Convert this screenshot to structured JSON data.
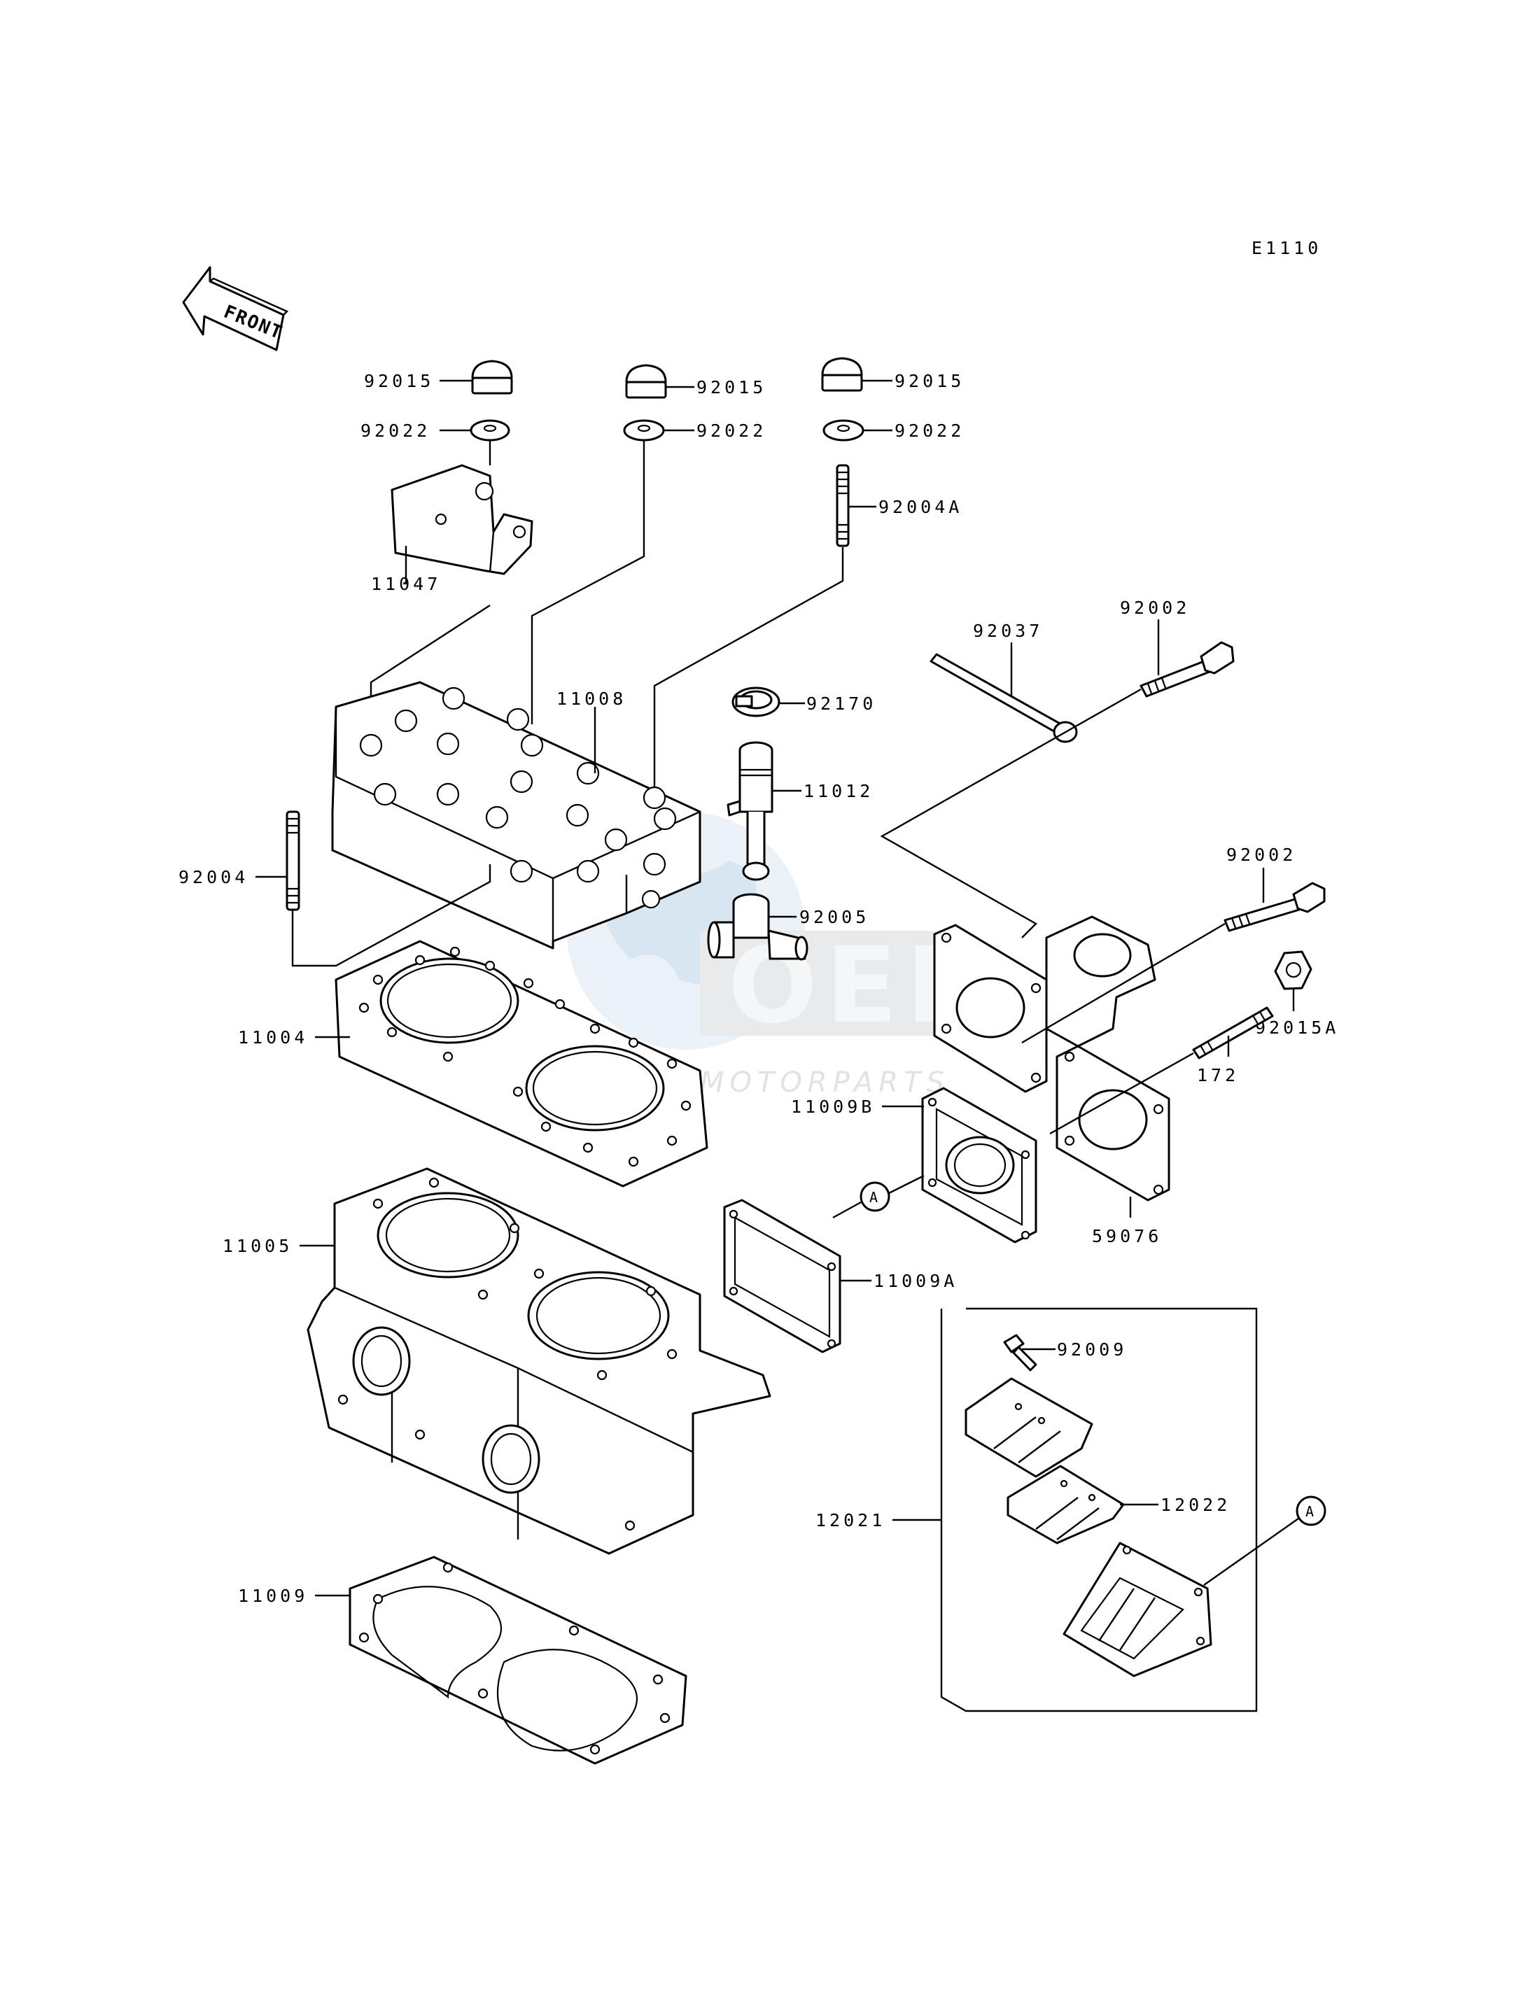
{
  "diagram_code": "E1110",
  "front_arrow_label": "FRONT",
  "watermark": {
    "brand": "OEM",
    "sub": "MOTORPARTS"
  },
  "callouts": {
    "c92015_a": "92015",
    "c92015_b": "92015",
    "c92015_c": "92015",
    "c92022_a": "92022",
    "c92022_b": "92022",
    "c92022_c": "92022",
    "c92004A": "92004A",
    "c11047": "11047",
    "c92037": "92037",
    "c92002_a": "92002",
    "c92002_b": "92002",
    "c11008": "11008",
    "c92170": "92170",
    "c11012": "11012",
    "c92004": "92004",
    "c92005": "92005",
    "c92015A": "92015A",
    "c172": "172",
    "c11004": "11004",
    "c11009B": "11009B",
    "c59076": "59076",
    "c11005": "11005",
    "c11009A": "11009A",
    "c92009": "92009",
    "c12022": "12022",
    "c12021": "12021",
    "c11009": "11009",
    "ref_a1": "A",
    "ref_a2": "A"
  }
}
